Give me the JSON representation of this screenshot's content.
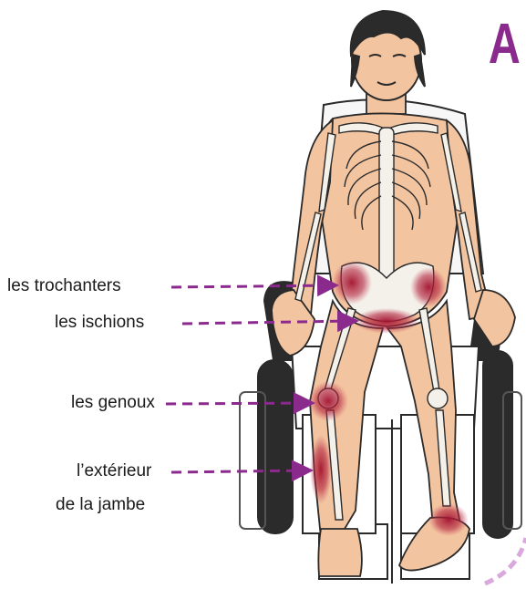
{
  "corner_letter": "A",
  "colors": {
    "accent": "#8a2a8c",
    "skin": "#f3c4a0",
    "bone": "#f4f1ea",
    "outline": "#2a2a2a",
    "pressure": "#a3122e",
    "chair": "#2b2b2b"
  },
  "labels": [
    {
      "id": "trochanters",
      "text": "les trochanters"
    },
    {
      "id": "ischions",
      "text": "les ischions"
    },
    {
      "id": "genoux",
      "text": "les genoux"
    },
    {
      "id": "exterieur",
      "text": "l’extérieur"
    },
    {
      "id": "jambe",
      "text": "de la jambe"
    }
  ]
}
